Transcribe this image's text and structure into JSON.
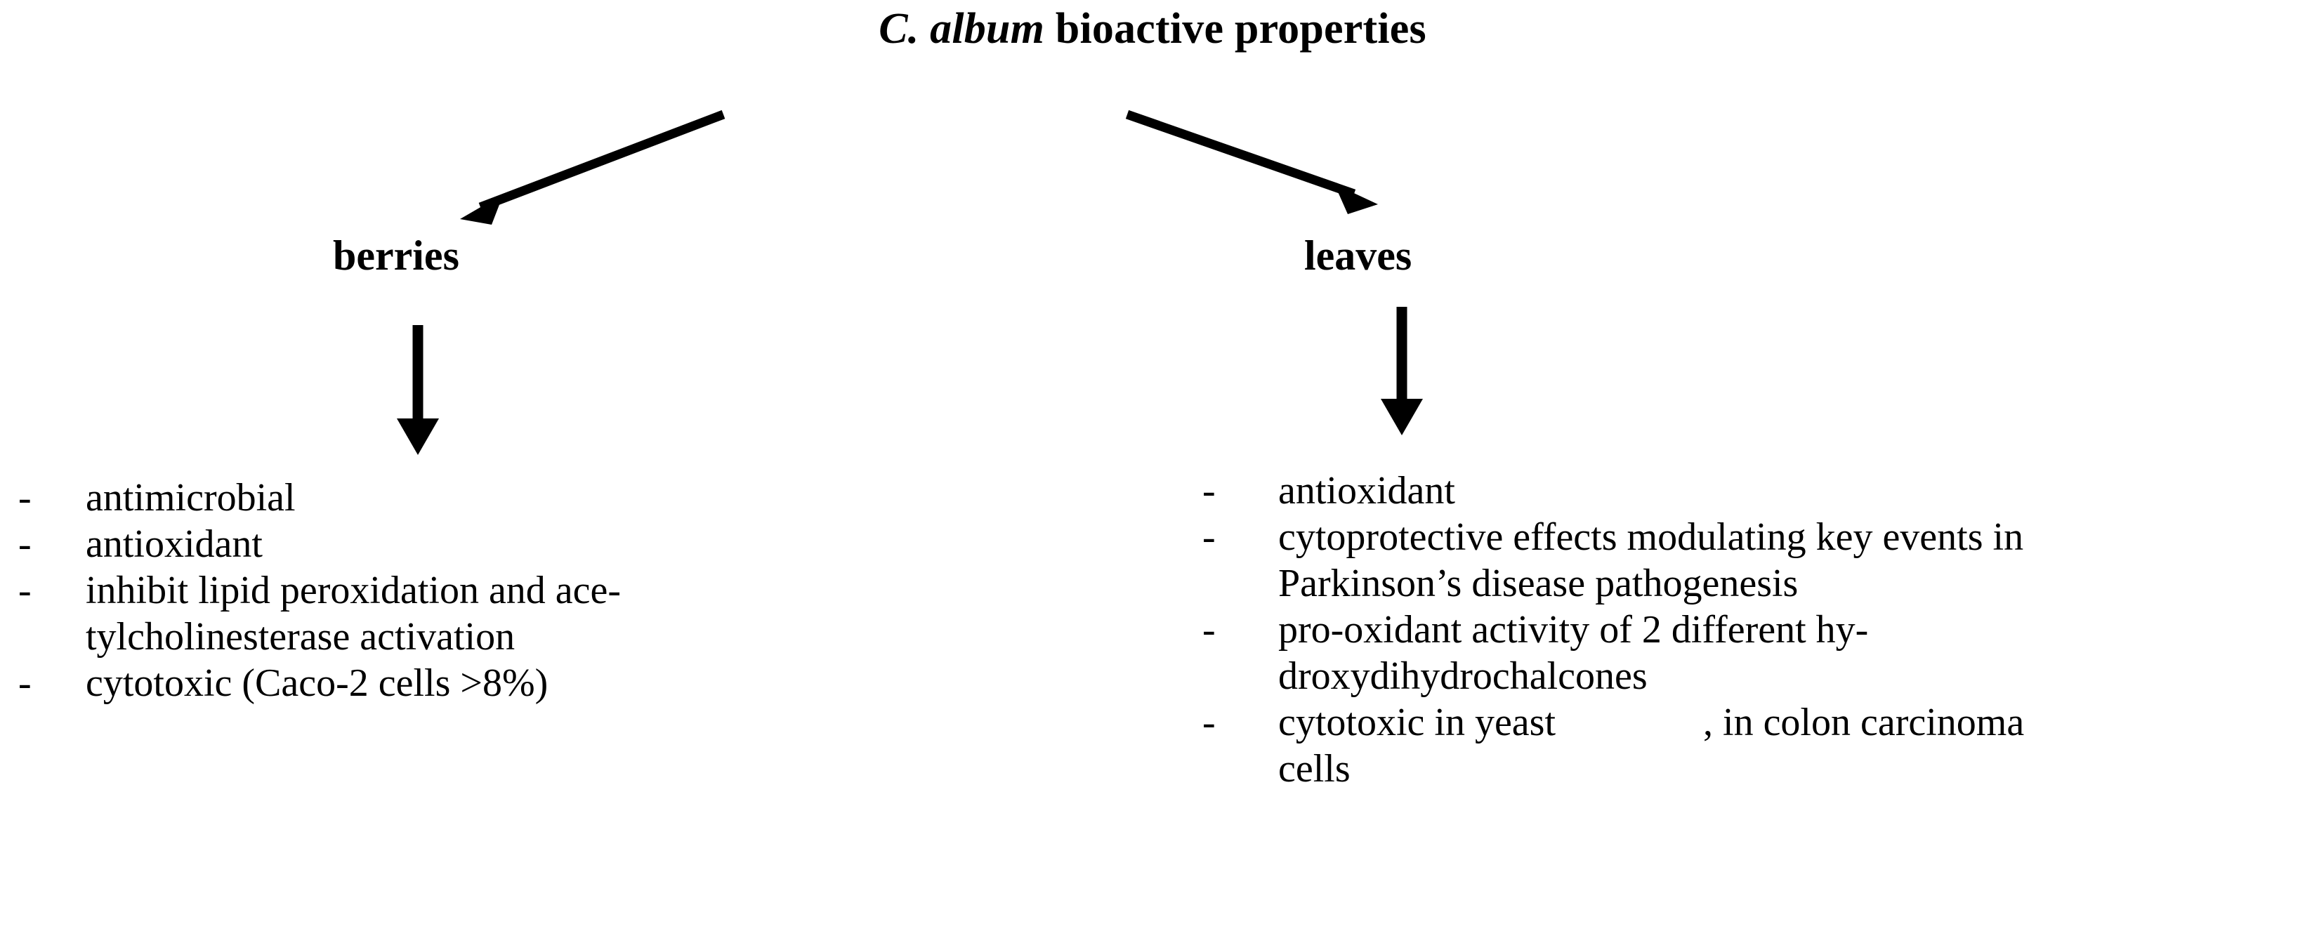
{
  "diagram": {
    "title": {
      "species": "C. album",
      "rest": " bioactive properties",
      "full": "C. album bioactive properties"
    },
    "branches": [
      {
        "id": "berries",
        "label": "berries",
        "items": [
          {
            "marker": "-",
            "text": "antimicrobial"
          },
          {
            "marker": "-",
            "text": "antioxidant"
          },
          {
            "marker": "-",
            "text": "inhibit lipid peroxidation and ace-\ntylcholinesterase activation"
          },
          {
            "marker": "-",
            "text": "cytotoxic (Caco-2 cells >8%)"
          }
        ]
      },
      {
        "id": "leaves",
        "label": "leaves",
        "items": [
          {
            "marker": "-",
            "text": "antioxidant"
          },
          {
            "marker": "-",
            "text": "cytoprotective effects modulating key events in\nParkinson’s disease pathogenesis"
          },
          {
            "marker": "-",
            "text": "pro-oxidant activity of 2 different hy-\ndroxydihydrochalcones"
          },
          {
            "marker": "-",
            "text_before_gap": "cytotoxic in yeast",
            "text_after_gap": ", in colon carcinoma\ncells"
          }
        ]
      }
    ],
    "connectors": [
      {
        "id": "title-to-berries",
        "kind": "diagonal-arrow",
        "direction": "down-left"
      },
      {
        "id": "title-to-leaves",
        "kind": "diagonal-arrow",
        "direction": "down-right"
      },
      {
        "id": "berries-to-list",
        "kind": "vertical-arrow",
        "direction": "down"
      },
      {
        "id": "leaves-to-list",
        "kind": "vertical-arrow",
        "direction": "down"
      }
    ],
    "colors": {
      "background": "#ffffff",
      "ink": "#000000"
    }
  }
}
